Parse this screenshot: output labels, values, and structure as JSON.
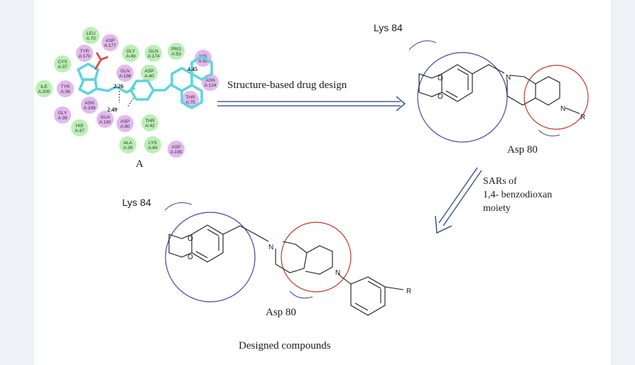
{
  "colors": {
    "background": "#eef2f6",
    "panel": "#ffffff",
    "blue_circle": "#3b4a9c",
    "red_circle": "#c0392b",
    "cyan_bond": "#5fd3e0",
    "nitro_red": "#d9534f",
    "residue_green": "#b9f0b3",
    "residue_purple": "#e3b8ef",
    "arrow": "#1f3f7a"
  },
  "compound_a": {
    "label": "A",
    "distances": [
      "2.26",
      "2.49",
      "4.45"
    ],
    "residues": [
      {
        "name": "LEU",
        "id": "A:70",
        "kind": "green"
      },
      {
        "name": "ASP",
        "id": "A:177",
        "kind": "purple"
      },
      {
        "name": "TYR",
        "id": "A:170",
        "kind": "purple"
      },
      {
        "name": "GLY",
        "id": "A:49",
        "kind": "green"
      },
      {
        "name": "GLN",
        "id": "A:174",
        "kind": "green"
      },
      {
        "name": "PRO",
        "id": "A:53",
        "kind": "green"
      },
      {
        "name": "CYS",
        "id": "A:37",
        "kind": "green"
      },
      {
        "name": "HIS",
        "id": "A:50",
        "kind": "purple"
      },
      {
        "name": "GLN",
        "id": "A:198",
        "kind": "purple"
      },
      {
        "name": "ASP",
        "id": "A:40",
        "kind": "green"
      },
      {
        "name": "ASN",
        "id": "A:124",
        "kind": "purple"
      },
      {
        "name": "ILE",
        "id": "A:200",
        "kind": "green"
      },
      {
        "name": "TYR",
        "id": "A:36",
        "kind": "purple"
      },
      {
        "name": "THR",
        "id": "A:75",
        "kind": "purple"
      },
      {
        "name": "ASN",
        "id": "A:199",
        "kind": "purple"
      },
      {
        "name": "GLY",
        "id": "A:38",
        "kind": "purple"
      },
      {
        "name": "GLN",
        "id": "A:190",
        "kind": "purple"
      },
      {
        "name": "ASP",
        "id": "A:80",
        "kind": "purple"
      },
      {
        "name": "THR",
        "id": "A:42",
        "kind": "green"
      },
      {
        "name": "HIS",
        "id": "A:47",
        "kind": "green"
      },
      {
        "name": "ALA",
        "id": "A:39",
        "kind": "green"
      },
      {
        "name": "LYS",
        "id": "A:84",
        "kind": "green"
      },
      {
        "name": "ASP",
        "id": "A:195",
        "kind": "purple"
      }
    ]
  },
  "arrow1": {
    "label": "Structure-based drug design"
  },
  "compound_top": {
    "lys_label": "Lys 84",
    "asp_label": "Asp 80",
    "atoms": {
      "o_top": "O",
      "o_bottom": "O",
      "n1": "N",
      "n2": "N",
      "r": "R"
    }
  },
  "arrow2": {
    "lines": [
      "SARs of",
      "1,4- benzodioxan",
      "moiety"
    ]
  },
  "compound_bottom": {
    "lys_label": "Lys 84",
    "asp_label": "Asp 80",
    "atoms": {
      "o_top": "O",
      "o_bottom": "O",
      "n1": "N",
      "n2": "N",
      "r": "R"
    },
    "caption": "Designed compounds"
  }
}
